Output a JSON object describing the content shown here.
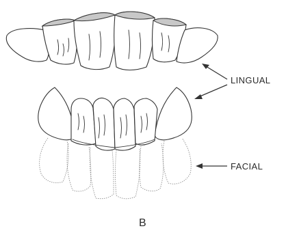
{
  "figure": {
    "labels": {
      "lingual": "LINGUAL",
      "facial": "FACIAL",
      "panel": "B"
    }
  }
}
